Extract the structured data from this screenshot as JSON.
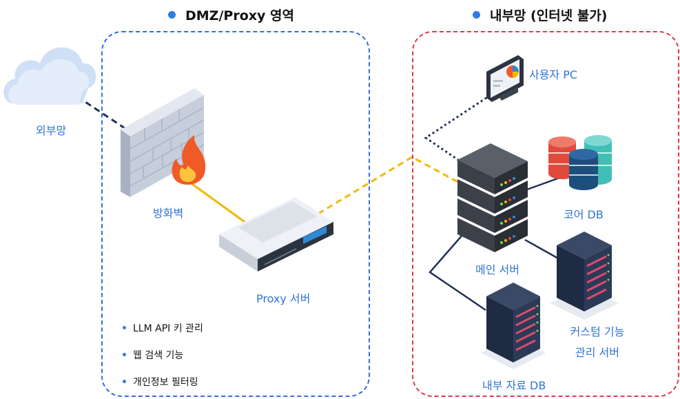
{
  "zones": {
    "dmz_title": "DMZ/Proxy 영역",
    "internal_title": "내부망 (인터넷 불가)"
  },
  "nodes": {
    "external": "외부망",
    "firewall": "방화벽",
    "proxy": "Proxy 서버",
    "user_pc": "사용자 PC",
    "core_db": "코어 DB",
    "main_server": "메인 서버",
    "custom_server_line1": "커스텀 기능",
    "custom_server_line2": "관리 서버",
    "internal_db": "내부 자료 DB"
  },
  "proxy_features": [
    "LLM API 키 관리",
    "웹 검색 기능",
    "개인정보 필터링"
  ],
  "colors": {
    "dmz_border": "#2f6fd8",
    "internal_border": "#e0394b",
    "label_blue": "#2f74d6",
    "proxy_link": "#f2b705",
    "external_link": "#1f2f57"
  },
  "icons": [
    "cloud-icon",
    "firewall-icon",
    "proxy-server-icon",
    "monitor-icon",
    "database-icon",
    "server-stack-icon",
    "server-rack-icon"
  ]
}
